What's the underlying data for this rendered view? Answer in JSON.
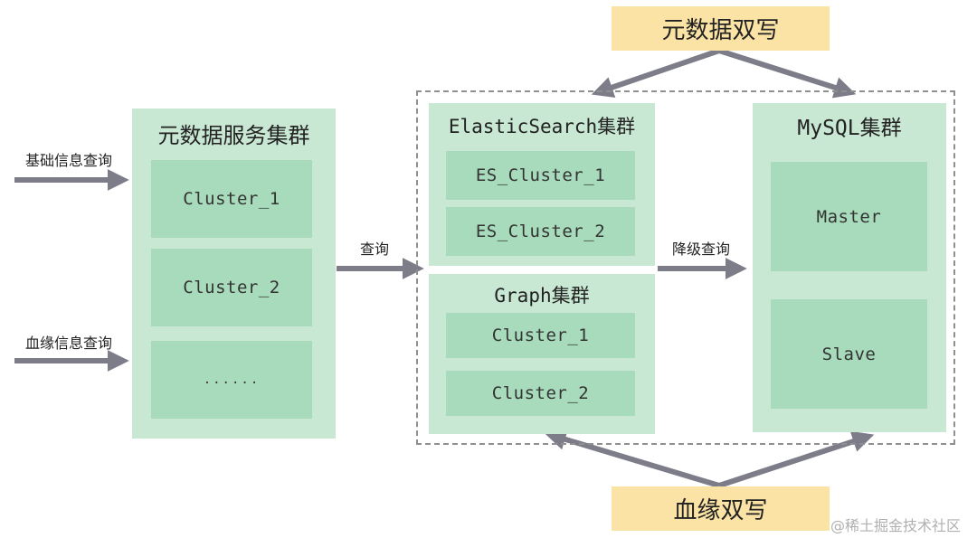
{
  "metadata_service": {
    "title": "元数据服务集群",
    "items": [
      "Cluster_1",
      "Cluster_2",
      "......"
    ]
  },
  "inputs": {
    "basic_query": "基础信息查询",
    "lineage_query": "血缘信息查询"
  },
  "query_label": "查询",
  "elasticsearch": {
    "title": "ElasticSearch集群",
    "items": [
      "ES_Cluster_1",
      "ES_Cluster_2"
    ]
  },
  "graph": {
    "title": "Graph集群",
    "items": [
      "Cluster_1",
      "Cluster_2"
    ]
  },
  "degrade_label": "降级查询",
  "mysql": {
    "title": "MySQL集群",
    "items": [
      "Master",
      "Slave"
    ]
  },
  "metadata_dual_write": "元数据双写",
  "lineage_dual_write": "血缘双写",
  "watermark": "@稀土掘金技术社区"
}
